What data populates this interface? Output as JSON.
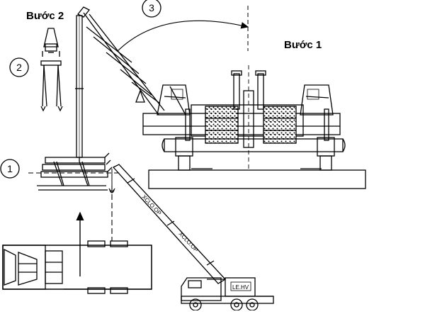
{
  "labels": {
    "step2": "Bước 2",
    "step1": "Bước 1"
  },
  "markers": {
    "m1": "1",
    "m2": "2",
    "m3": "3"
  },
  "boom_text": {
    "upper": "XCLO.OP",
    "lower": "XCLO.OP",
    "cab": "LE.HV"
  }
}
